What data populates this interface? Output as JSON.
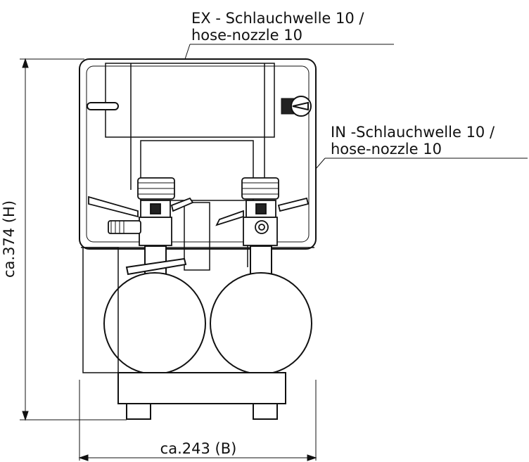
{
  "callouts": {
    "ex_line1": "EX - Schlauchwelle 10 /",
    "ex_line2": "hose-nozzle 10",
    "in_line1": "IN -Schlauchwelle 10 /",
    "in_line2": "hose-nozzle 10"
  },
  "dimensions": {
    "height_label": "ca.374 (H)",
    "width_label": "ca.243 (B)"
  },
  "colors": {
    "line": "#111111",
    "background": "#ffffff"
  }
}
